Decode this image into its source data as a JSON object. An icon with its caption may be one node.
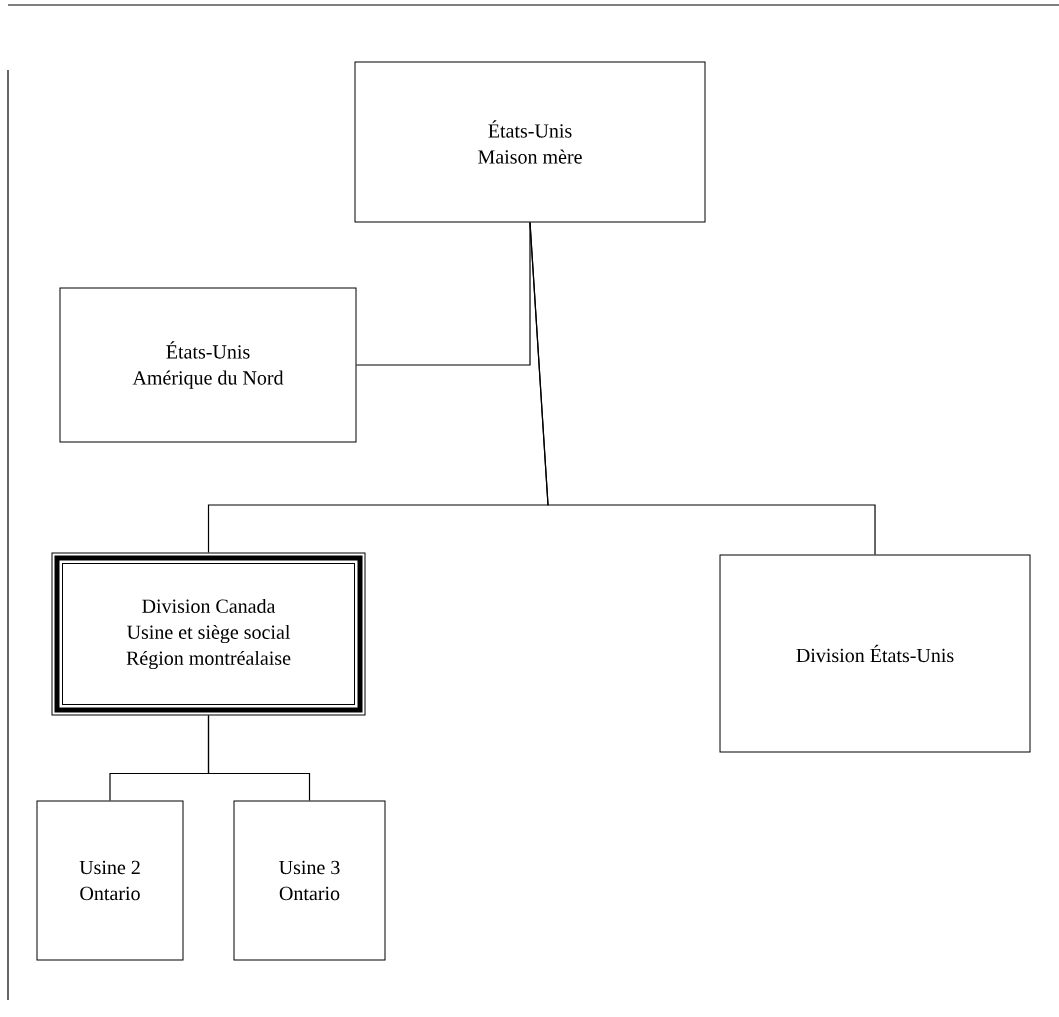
{
  "diagram": {
    "nodes": [
      {
        "text": [
          "États-Unis",
          "Maison mère"
        ]
      },
      {
        "text": [
          "États-Unis",
          "Amérique du Nord"
        ]
      },
      {
        "text": [
          "Division Canada",
          "Usine et siège social",
          "Région montréalaise"
        ]
      },
      {
        "text": [
          "Division États-Unis"
        ]
      },
      {
        "text": [
          "Usine 2",
          "Ontario"
        ]
      },
      {
        "text": [
          "Usine 3",
          "Ontario"
        ]
      }
    ],
    "edges": [
      {
        "from": 0,
        "to": 1,
        "arrow": "none"
      },
      {
        "from": 0,
        "to": 2,
        "arrow": "none"
      },
      {
        "from": 0,
        "to": 3,
        "arrow": "none"
      },
      {
        "from": 2,
        "to": 4,
        "arrow": "none"
      },
      {
        "from": 2,
        "to": 5,
        "arrow": "none"
      }
    ]
  }
}
